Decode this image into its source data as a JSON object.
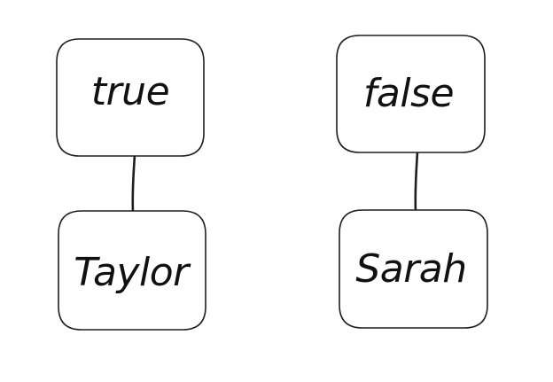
{
  "diagram": {
    "nodes": [
      {
        "id": "true-node",
        "label": "true"
      },
      {
        "id": "false-node",
        "label": "false"
      },
      {
        "id": "taylor-node",
        "label": "Taylor"
      },
      {
        "id": "sarah-node",
        "label": "Sarah"
      }
    ],
    "edges": [
      {
        "from": "true-node",
        "to": "taylor-node"
      },
      {
        "from": "false-node",
        "to": "sarah-node"
      }
    ],
    "colors": {
      "stroke": "#1e1e1e",
      "background": "#ffffff"
    }
  }
}
